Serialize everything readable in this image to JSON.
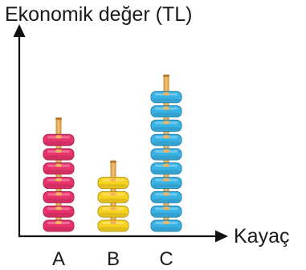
{
  "chart_data": {
    "type": "bar",
    "ylabel": "Ekonomik değer (TL)",
    "xlabel": "Kayaç",
    "categories": [
      "A",
      "B",
      "C"
    ],
    "values": [
      7,
      4,
      10
    ],
    "unit_label": "disk",
    "colors": [
      "#e8336d",
      "#f7d21f",
      "#39b3e6"
    ],
    "grid": false,
    "legend": "none"
  }
}
